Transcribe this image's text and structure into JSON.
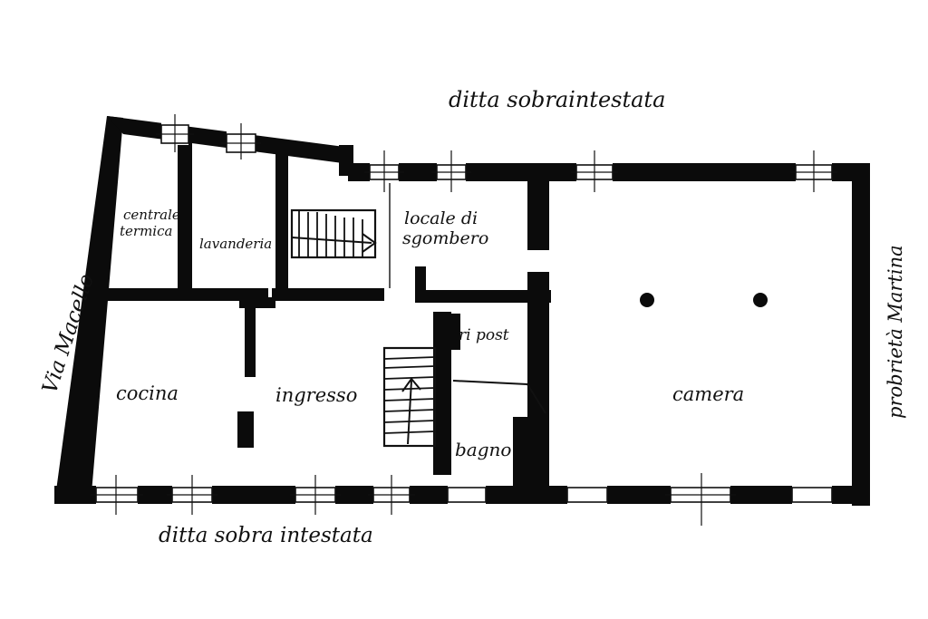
{
  "plan": {
    "labels": {
      "top_neighbor": "ditta sobraintestata",
      "bottom_neighbor": "ditta sobra intestata",
      "left_street": "Via Macello",
      "right_neighbor": "probrietà Martina"
    },
    "rooms": {
      "centrale_line1": "centrale",
      "centrale_line2": "termica",
      "lavanderia": "lavanderia",
      "locale_line1": "locale di",
      "locale_line2": "sgombero",
      "ripostiglio": "ri post",
      "cocina": "cocina",
      "ingresso": "ingresso",
      "bagno": "bagno",
      "camera": "camera"
    }
  },
  "colors": {
    "wall": "#0b0b0b",
    "ink": "#111111",
    "paper": "#ffffff"
  }
}
